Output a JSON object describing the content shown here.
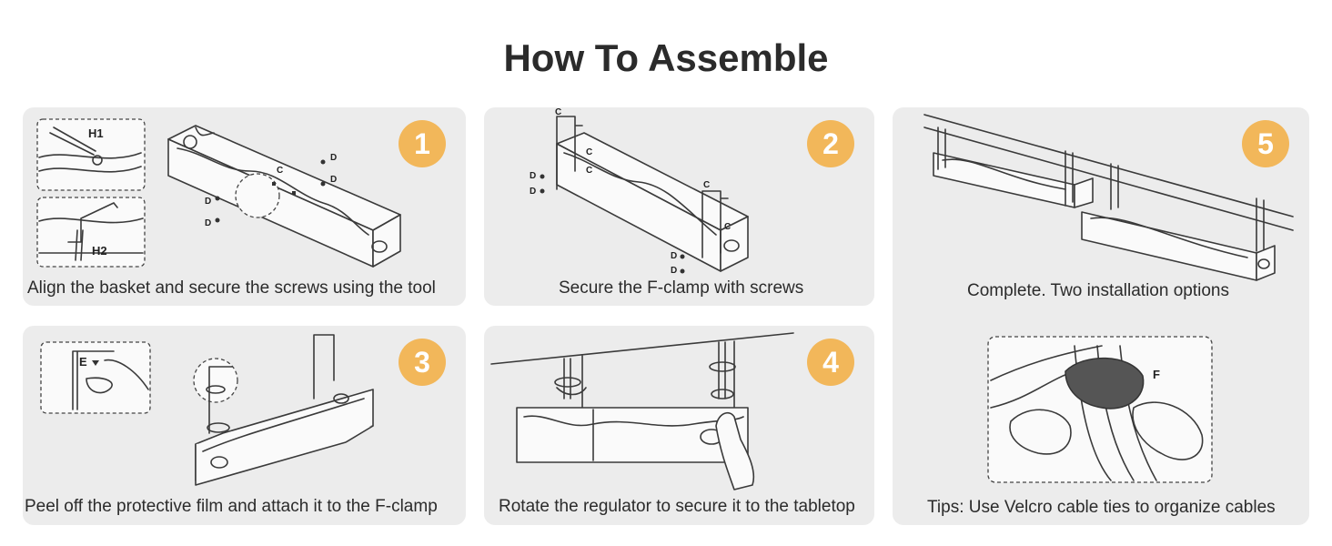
{
  "title": "How To Assemble",
  "steps": [
    {
      "number": "1",
      "caption": "Align the basket and secure the screws using the tool",
      "labels": [
        "H1",
        "H2",
        "C",
        "D",
        "D",
        "D",
        "D"
      ]
    },
    {
      "number": "2",
      "caption": "Secure the F-clamp with screws",
      "labels": [
        "C",
        "C",
        "C",
        "D",
        "D",
        "C",
        "C",
        "D",
        "D"
      ]
    },
    {
      "number": "3",
      "caption": "Peel off the protective film and attach it to the F-clamp",
      "labels": [
        "E"
      ]
    },
    {
      "number": "4",
      "caption": "Rotate the regulator to secure it to the tabletop"
    },
    {
      "number": "5",
      "caption": "Complete. Two installation options",
      "tip": "Tips: Use Velcro cable ties to organize cables",
      "labels": [
        "F"
      ]
    }
  ],
  "colors": {
    "panel": "#ececec",
    "badge": "#f2b75a",
    "text": "#2b2b2b"
  }
}
